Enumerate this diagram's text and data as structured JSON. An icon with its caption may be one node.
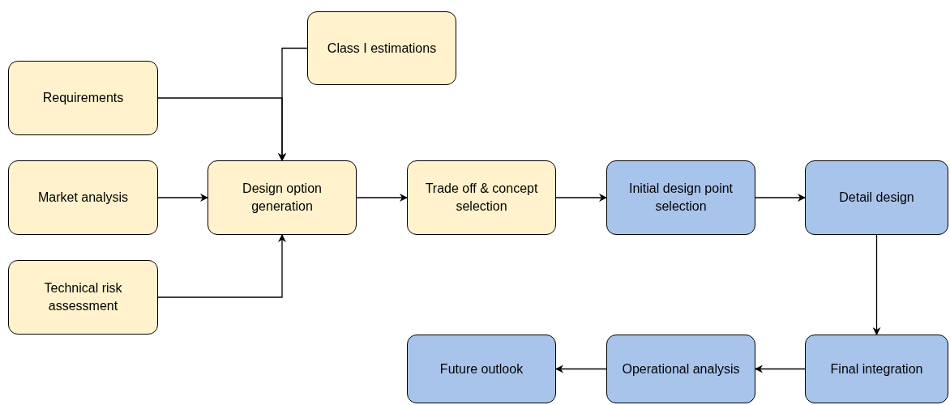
{
  "diagram": {
    "nodes": [
      {
        "text": [
          "Class I estimations"
        ]
      },
      {
        "text": [
          "Requirements"
        ]
      },
      {
        "text": [
          "Market analysis"
        ]
      },
      {
        "text": [
          "Technical risk assessment"
        ]
      },
      {
        "text": [
          "Design option generation"
        ]
      },
      {
        "text": [
          "Trade off & concept selection"
        ]
      },
      {
        "text": [
          "Initial design point selection"
        ]
      },
      {
        "text": [
          "Detail design"
        ]
      },
      {
        "text": [
          "Final integration"
        ]
      },
      {
        "text": [
          "Operational analysis"
        ]
      },
      {
        "text": [
          "Future outlook"
        ]
      }
    ],
    "edges": [
      {
        "from": 0,
        "to": 4,
        "arrow": "to"
      },
      {
        "from": 1,
        "to": 4,
        "arrow": "to"
      },
      {
        "from": 2,
        "to": 4,
        "arrow": "to"
      },
      {
        "from": 3,
        "to": 4,
        "arrow": "to"
      },
      {
        "from": 4,
        "to": 5,
        "arrow": "to"
      },
      {
        "from": 5,
        "to": 6,
        "arrow": "to"
      },
      {
        "from": 6,
        "to": 7,
        "arrow": "to"
      },
      {
        "from": 7,
        "to": 8,
        "arrow": "to"
      },
      {
        "from": 8,
        "to": 9,
        "arrow": "to"
      },
      {
        "from": 9,
        "to": 10,
        "arrow": "to"
      }
    ]
  }
}
